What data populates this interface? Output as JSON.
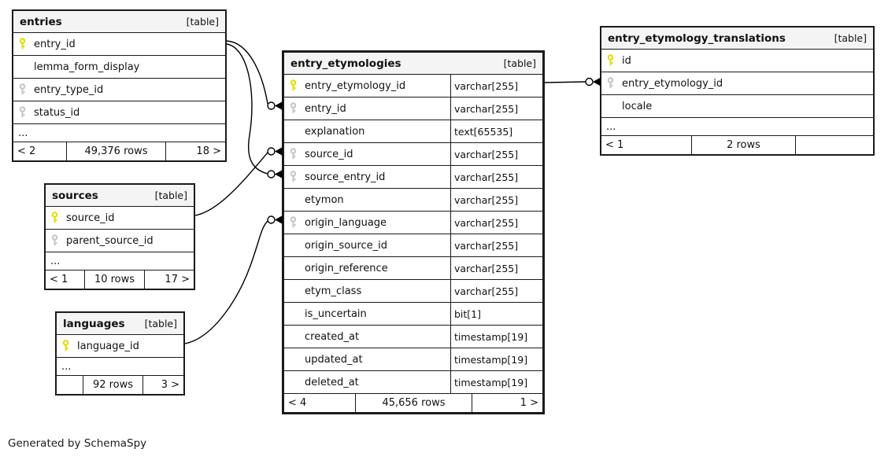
{
  "generator_note": "Generated by SchemaSpy",
  "tables": [
    {
      "id": "entries",
      "name": "entries",
      "badge": "[table]",
      "columns": [
        {
          "name": "entry_id",
          "key": "pk"
        },
        {
          "name": "lemma_form_display",
          "key": "none"
        },
        {
          "name": "entry_type_id",
          "key": "fk"
        },
        {
          "name": "status_id",
          "key": "fk"
        },
        {
          "name": "...",
          "key": "ellipsis"
        }
      ],
      "footer": {
        "left": "< 2",
        "center": "49,376 rows",
        "right": "18 >"
      }
    },
    {
      "id": "sources",
      "name": "sources",
      "badge": "[table]",
      "columns": [
        {
          "name": "source_id",
          "key": "pk"
        },
        {
          "name": "parent_source_id",
          "key": "fk"
        },
        {
          "name": "...",
          "key": "ellipsis"
        }
      ],
      "footer": {
        "left": "< 1",
        "center": "10 rows",
        "right": "17 >"
      }
    },
    {
      "id": "languages",
      "name": "languages",
      "badge": "[table]",
      "columns": [
        {
          "name": "language_id",
          "key": "pk"
        },
        {
          "name": "...",
          "key": "ellipsis"
        }
      ],
      "footer": {
        "left": "",
        "center": "92 rows",
        "right": "3 >"
      }
    },
    {
      "id": "entry_etymologies",
      "name": "entry_etymologies",
      "badge": "[table]",
      "columns": [
        {
          "name": "entry_etymology_id",
          "type": "varchar[255]",
          "key": "pk"
        },
        {
          "name": "entry_id",
          "type": "varchar[255]",
          "key": "fk"
        },
        {
          "name": "explanation",
          "type": "text[65535]",
          "key": "none"
        },
        {
          "name": "source_id",
          "type": "varchar[255]",
          "key": "fk"
        },
        {
          "name": "source_entry_id",
          "type": "varchar[255]",
          "key": "fk"
        },
        {
          "name": "etymon",
          "type": "varchar[255]",
          "key": "none"
        },
        {
          "name": "origin_language",
          "type": "varchar[255]",
          "key": "fk"
        },
        {
          "name": "origin_source_id",
          "type": "varchar[255]",
          "key": "none"
        },
        {
          "name": "origin_reference",
          "type": "varchar[255]",
          "key": "none"
        },
        {
          "name": "etym_class",
          "type": "varchar[255]",
          "key": "none"
        },
        {
          "name": "is_uncertain",
          "type": "bit[1]",
          "key": "none"
        },
        {
          "name": "created_at",
          "type": "timestamp[19]",
          "key": "none"
        },
        {
          "name": "updated_at",
          "type": "timestamp[19]",
          "key": "none"
        },
        {
          "name": "deleted_at",
          "type": "timestamp[19]",
          "key": "none"
        }
      ],
      "footer": {
        "left": "< 4",
        "center": "45,656 rows",
        "right": "1 >"
      }
    },
    {
      "id": "entry_etymology_translations",
      "name": "entry_etymology_translations",
      "badge": "[table]",
      "columns": [
        {
          "name": "id",
          "key": "pk"
        },
        {
          "name": "entry_etymology_id",
          "key": "fk"
        },
        {
          "name": "locale",
          "key": "none"
        },
        {
          "name": "...",
          "key": "ellipsis"
        }
      ],
      "footer": {
        "left": "< 1",
        "center": "2 rows",
        "right": ""
      }
    }
  ],
  "relationships": [
    {
      "from": "entries.entry_id",
      "to": "entry_etymologies.entry_id"
    },
    {
      "from": "entries.entry_id",
      "to": "entry_etymologies.source_entry_id"
    },
    {
      "from": "sources.source_id",
      "to": "entry_etymologies.source_id"
    },
    {
      "from": "languages.language_id",
      "to": "entry_etymologies.origin_language"
    },
    {
      "from": "entry_etymologies.entry_etymology_id",
      "to": "entry_etymology_translations.entry_etymology_id"
    }
  ],
  "colors": {
    "primary_key": "#dede0a",
    "foreign_key": "#c6c6c6",
    "header_bg": "#f4f4f4",
    "border": "#1a1a1a"
  }
}
